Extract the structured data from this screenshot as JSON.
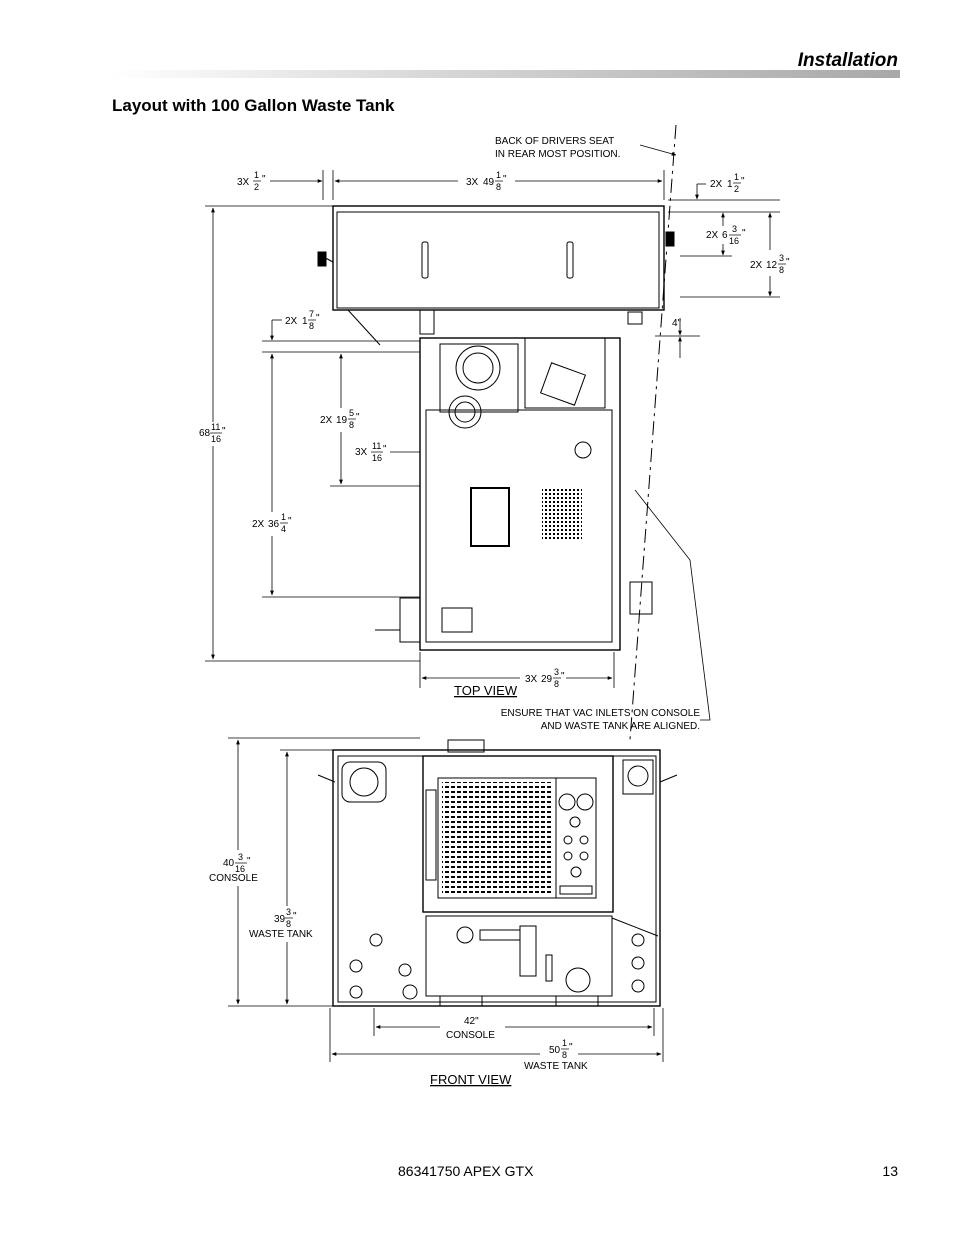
{
  "header": {
    "section": "Installation"
  },
  "page": {
    "heading": "Layout with 100 Gallon Waste Tank"
  },
  "notes": {
    "seat_line1": "BACK OF DRIVERS SEAT",
    "seat_line2": "IN REAR MOST POSITION.",
    "vac_line1": "ENSURE THAT VAC INLETS ON CONSOLE",
    "vac_line2": "AND WASTE TANK ARE ALIGNED."
  },
  "views": {
    "top": "TOP VIEW",
    "front": "FRONT VIEW"
  },
  "dimensions": {
    "d3x_half": {
      "prefix": "3X ",
      "whole": "",
      "num": "1",
      "den": "2",
      "suffix": "\""
    },
    "d3x_49": {
      "prefix": "3X ",
      "whole": "49",
      "num": "1",
      "den": "8",
      "suffix": "\""
    },
    "d2x_1half": {
      "prefix": "2X ",
      "whole": "1",
      "num": "1",
      "den": "2",
      "suffix": "\""
    },
    "d2x_6": {
      "prefix": "2X ",
      "whole": "6",
      "num": "3",
      "den": "16",
      "suffix": "\""
    },
    "d2x_12": {
      "prefix": "2X ",
      "whole": "12",
      "num": "3",
      "den": "8",
      "suffix": "\""
    },
    "d4": "4\"",
    "d2x_1_78": {
      "prefix": "2X ",
      "whole": "1",
      "num": "7",
      "den": "8",
      "suffix": "\""
    },
    "d68": {
      "prefix": "",
      "whole": "68",
      "num": "11",
      "den": "16",
      "suffix": "\""
    },
    "d2x_19": {
      "prefix": "2X ",
      "whole": "19",
      "num": "5",
      "den": "8",
      "suffix": "\""
    },
    "d3x_11": {
      "prefix": "3X ",
      "whole": "",
      "num": "11",
      "den": "16",
      "suffix": "\""
    },
    "d2x_36": {
      "prefix": "2X ",
      "whole": "36",
      "num": "1",
      "den": "4",
      "suffix": "\""
    },
    "d3x_29": {
      "prefix": "3X ",
      "whole": "29",
      "num": "3",
      "den": "8",
      "suffix": "\""
    },
    "d40": {
      "prefix": "",
      "whole": "40",
      "num": "3",
      "den": "16",
      "suffix": "\"",
      "label": "CONSOLE"
    },
    "d39": {
      "prefix": "",
      "whole": "39",
      "num": "3",
      "den": "8",
      "suffix": "\"",
      "label": "WASTE TANK"
    },
    "d42": {
      "value": "42\"",
      "label": "CONSOLE"
    },
    "d50": {
      "prefix": "",
      "whole": "50",
      "num": "1",
      "den": "8",
      "suffix": "\"",
      "label": "WASTE TANK"
    }
  },
  "footer": {
    "doc": "86341750  APEX GTX",
    "page_number": "13"
  }
}
